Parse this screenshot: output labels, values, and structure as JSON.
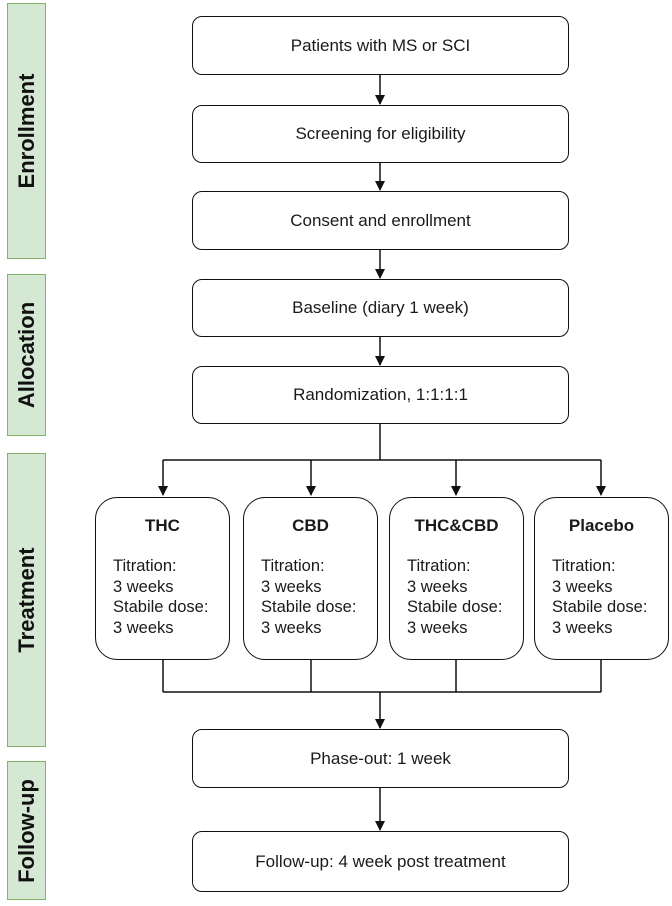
{
  "phases": {
    "enrollment": "Enrollment",
    "allocation": "Allocation",
    "treatment": "Treatment",
    "follow_up": "Follow-up"
  },
  "steps": {
    "patients": "Patients with MS or SCI",
    "screening": "Screening for eligibility",
    "consent": "Consent and enrollment",
    "baseline": "Baseline (diary 1 week)",
    "randomization": "Randomization, 1:1:1:1",
    "phase_out": "Phase-out: 1 week",
    "follow_up": "Follow-up: 4 week post treatment"
  },
  "arms": [
    {
      "name": "THC",
      "titration_label": "Titration:",
      "titration_duration": "3 weeks",
      "stable_label": "Stabile dose:",
      "stable_duration": "3 weeks"
    },
    {
      "name": "CBD",
      "titration_label": "Titration:",
      "titration_duration": "3 weeks",
      "stable_label": "Stabile dose:",
      "stable_duration": "3 weeks"
    },
    {
      "name": "THC&CBD",
      "titration_label": "Titration:",
      "titration_duration": "3 weeks",
      "stable_label": "Stabile dose:",
      "stable_duration": "3 weeks"
    },
    {
      "name": "Placebo",
      "titration_label": "Titration:",
      "titration_duration": "3 weeks",
      "stable_label": "Stabile dose:",
      "stable_duration": "3 weeks"
    }
  ],
  "colors": {
    "phase_fill": "#d5e8d4",
    "phase_border": "#82b366",
    "box_border": "#111111"
  }
}
